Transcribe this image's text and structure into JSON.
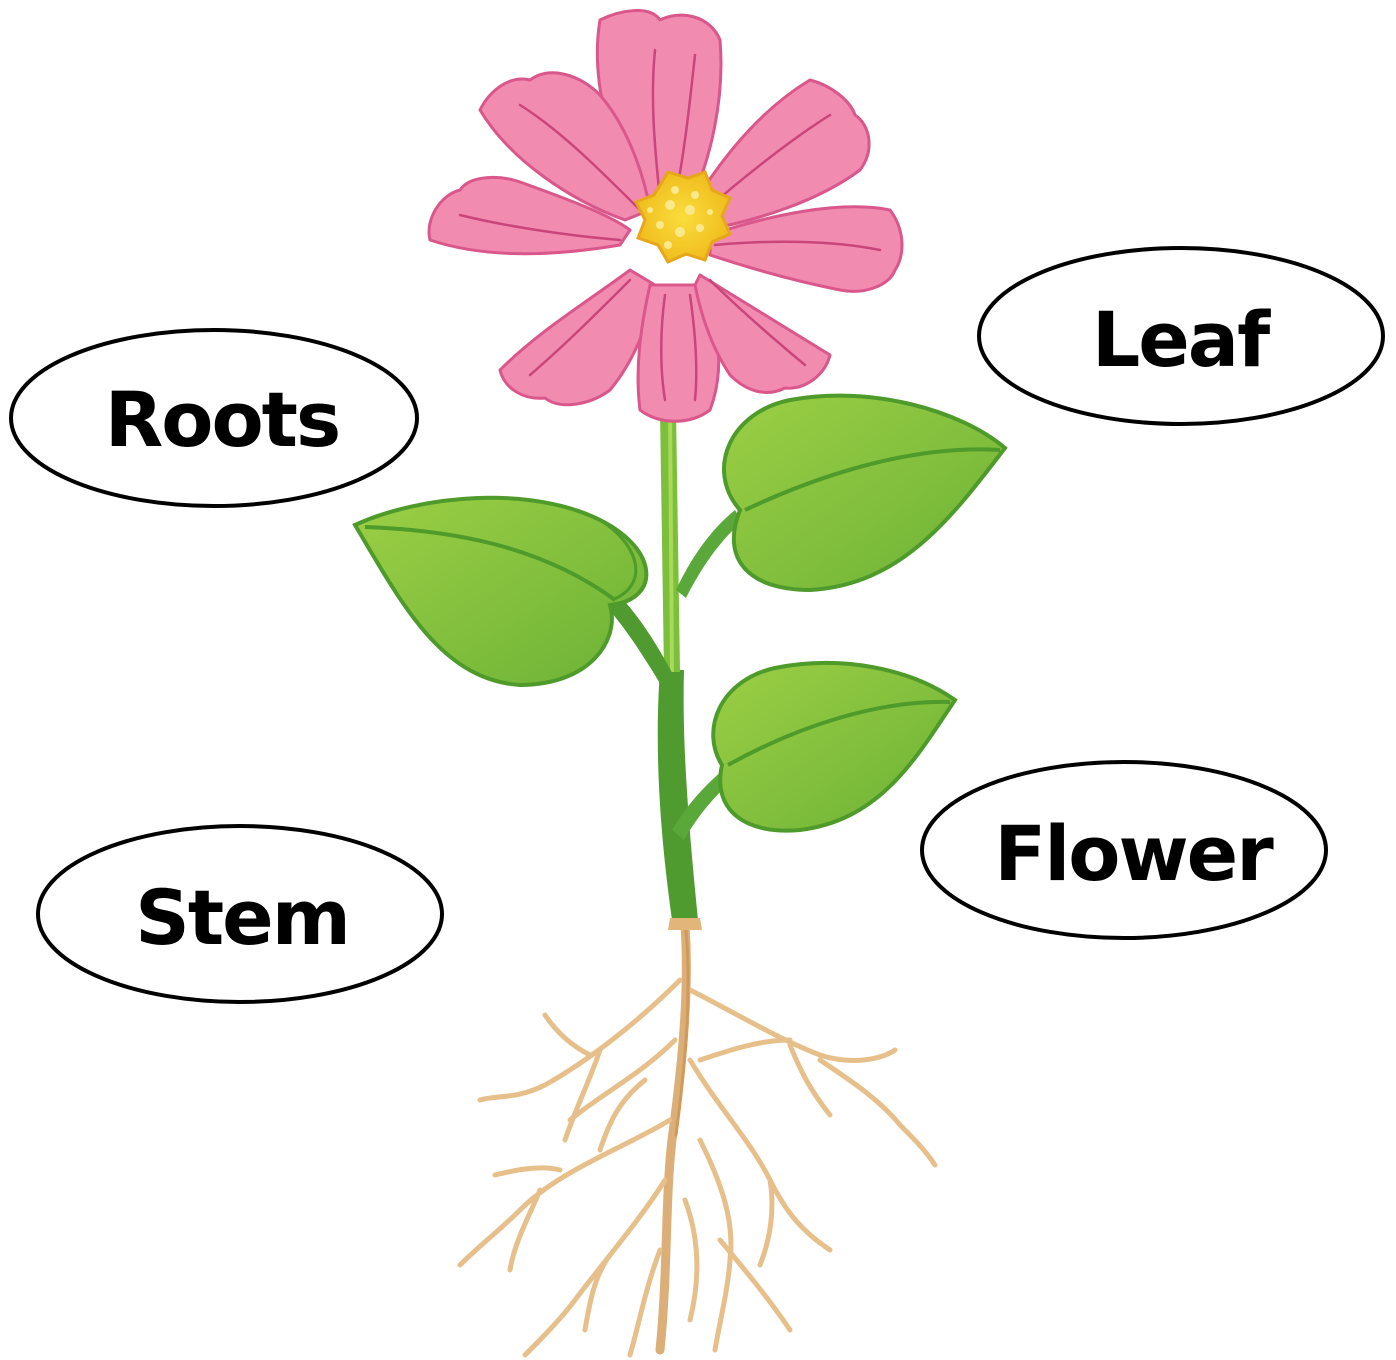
{
  "labels": {
    "roots": "Roots",
    "leaf": "Leaf",
    "stem": "Stem",
    "flower": "Flower"
  },
  "colors": {
    "background": "#ffffff",
    "petal": "#f28bb0",
    "petal_vein": "#c9457a",
    "center": "#f6cf2a",
    "leaf": "#8dc63f",
    "leaf_dark": "#4e9a2a",
    "stem": "#5aa83a",
    "stem_light": "#8cc63f",
    "root": "#e2b57a",
    "root_dark": "#c98a45",
    "label_outline": "#000000",
    "label_text": "#000000"
  }
}
